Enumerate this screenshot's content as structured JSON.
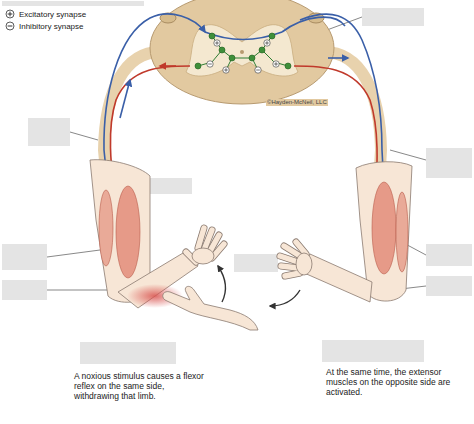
{
  "diagram": {
    "labels": [
      "©Hayden-McNeil, LLC",
      "A noxious stimulus causes a flexor reflex on the same side, withdrawing that limb.",
      "At the same time, the extensor muscles on the opposite side are activated."
    ],
    "legend": [
      {
        "text": "Excitatory synapse"
      },
      {
        "text": "Inhibitory synapse"
      }
    ]
  }
}
